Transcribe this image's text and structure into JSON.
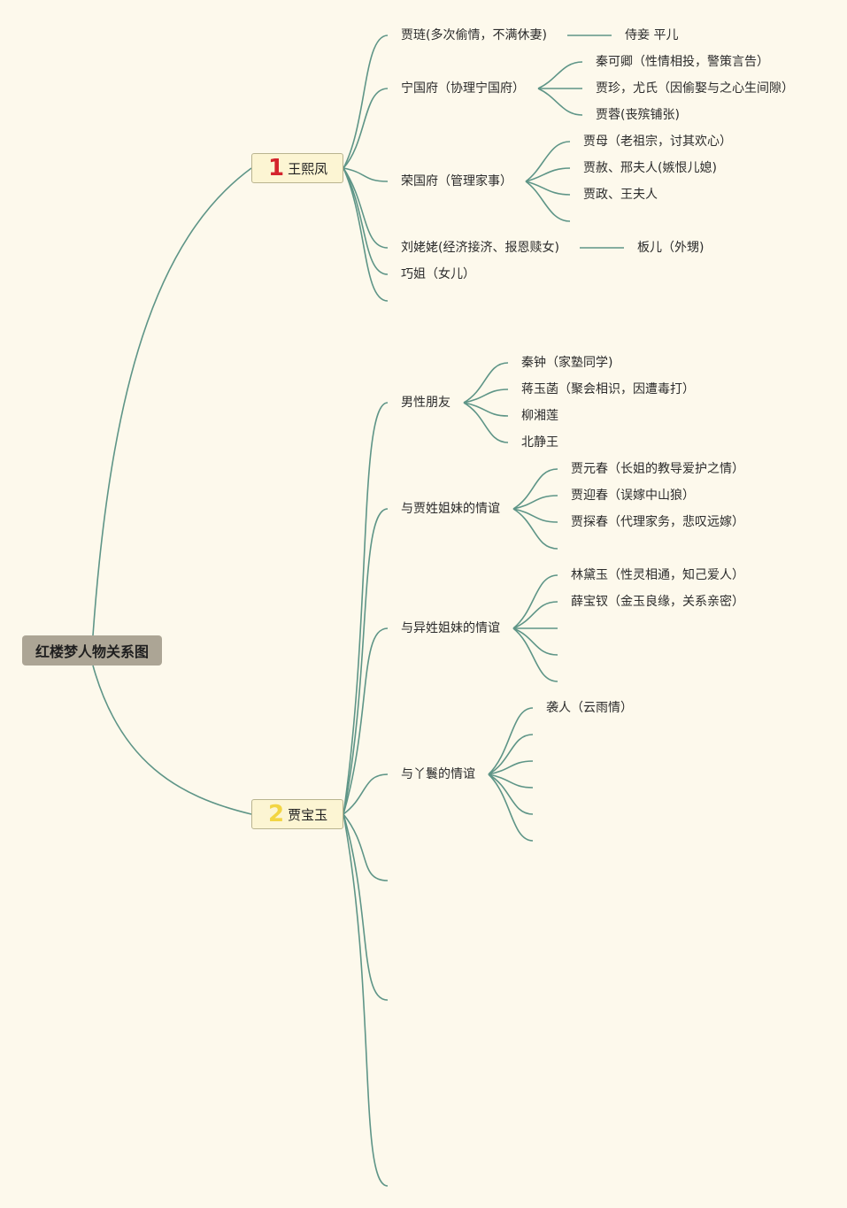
{
  "root": {
    "label": "红楼梦人物关系图"
  },
  "main1": {
    "num": "1",
    "label": "王熙凤",
    "num_color": "#d4242d"
  },
  "main2": {
    "num": "2",
    "label": "贾宝玉",
    "num_color": "#f2d543"
  },
  "line_color": "#5e9587",
  "background": "#fdf9ec",
  "wang": {
    "jialian": "贾琏(多次偷情，不满休妻)",
    "pinger": "侍妾 平儿",
    "ningguo": "宁国府（协理宁国府）",
    "ningguo_children": [
      "秦可卿（性情相投，警策言告）",
      "贾珍，尤氏（因偷娶与之心生间隙）",
      "贾蓉(丧殡铺张)"
    ],
    "rongguo": "荣国府（管理家事）",
    "rongguo_children": [
      "贾母（老祖宗，讨其欢心）",
      "贾赦、邢夫人(嫉恨儿媳)",
      "贾政、王夫人"
    ],
    "liulaolao": "刘姥姥(经济接济、报恩赎女)",
    "banr": "板儿（外甥)",
    "qiaojie": "巧姐（女儿）"
  },
  "bao": {
    "male_friends": "男性朋友",
    "male_friends_children": [
      "秦钟（家塾同学)",
      "蒋玉菡（聚会相识，因遭毒打）",
      "柳湘莲",
      "北静王"
    ],
    "jia_sisters": "与贾姓姐妹的情谊",
    "jia_sisters_children": [
      "贾元春（长姐的教导爱护之情）",
      "贾迎春（误嫁中山狼）",
      "贾探春（代理家务，悲叹远嫁）"
    ],
    "other_sisters": "与异姓姐妹的情谊",
    "other_sisters_children": [
      "林黛玉（性灵相通，知己爱人）",
      "薛宝钗（金玉良缘，关系亲密）"
    ],
    "maids": "与丫鬟的情谊",
    "maids_children": [
      "袭人（云雨情）"
    ]
  }
}
